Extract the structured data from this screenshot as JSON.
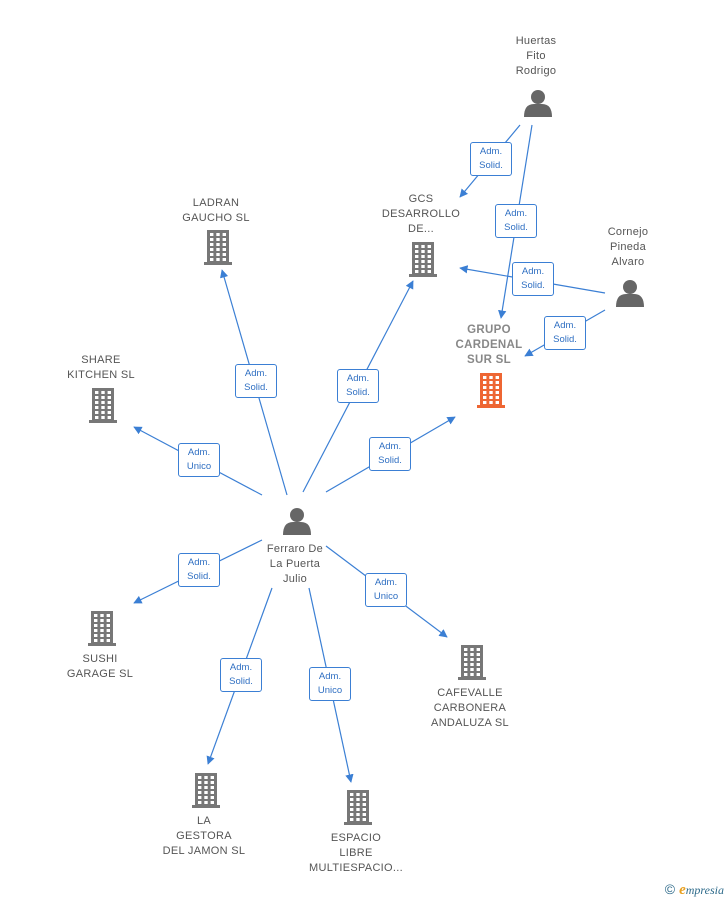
{
  "colors": {
    "edge": "#3b7fd4",
    "company_icon": "#777777",
    "main_company_icon": "#ee6633",
    "person_icon": "#666666"
  },
  "nodes": [
    {
      "id": "huertas",
      "type": "person",
      "label": "Huertas\nFito\nRodrigo"
    },
    {
      "id": "cornejo",
      "type": "person",
      "label": "Cornejo\nPineda\nAlvaro"
    },
    {
      "id": "ferraro",
      "type": "person",
      "label": "Ferraro De\nLa Puerta\nJulio"
    },
    {
      "id": "grupo",
      "type": "main_company",
      "label": "GRUPO\nCARDENAL\nSUR SL"
    },
    {
      "id": "gcs",
      "type": "company",
      "label": "GCS\nDESARROLLO\nDE..."
    },
    {
      "id": "ladran",
      "type": "company",
      "label": "LADRAN\nGAUCHO SL"
    },
    {
      "id": "share",
      "type": "company",
      "label": "SHARE\nKITCHEN SL"
    },
    {
      "id": "sushi",
      "type": "company",
      "label": "SUSHI\nGARAGE SL"
    },
    {
      "id": "gestora",
      "type": "company",
      "label": "LA\nGESTORA\nDEL JAMON SL"
    },
    {
      "id": "espacio",
      "type": "company",
      "label": "ESPACIO\nLIBRE\nMULTIESPACIO..."
    },
    {
      "id": "cafevalle",
      "type": "company",
      "label": "CAFEVALLE\nCARBONERA\nANDALUZA SL"
    }
  ],
  "edges": [
    {
      "from": "huertas",
      "to": "gcs",
      "label": "Adm.\nSolid."
    },
    {
      "from": "huertas",
      "to": "grupo",
      "label": "Adm.\nSolid."
    },
    {
      "from": "cornejo",
      "to": "gcs",
      "label": "Adm.\nSolid."
    },
    {
      "from": "cornejo",
      "to": "grupo",
      "label": "Adm.\nSolid."
    },
    {
      "from": "ferraro",
      "to": "ladran",
      "label": "Adm.\nSolid."
    },
    {
      "from": "ferraro",
      "to": "gcs",
      "label": "Adm.\nSolid."
    },
    {
      "from": "ferraro",
      "to": "grupo",
      "label": "Adm.\nSolid."
    },
    {
      "from": "ferraro",
      "to": "share",
      "label": "Adm.\nUnico"
    },
    {
      "from": "ferraro",
      "to": "sushi",
      "label": "Adm.\nSolid."
    },
    {
      "from": "ferraro",
      "to": "gestora",
      "label": "Adm.\nSolid."
    },
    {
      "from": "ferraro",
      "to": "espacio",
      "label": "Adm.\nUnico"
    },
    {
      "from": "ferraro",
      "to": "cafevalle",
      "label": "Adm.\nUnico"
    }
  ],
  "footer": {
    "copyright": "©",
    "brand_initial": "e",
    "brand_rest": "mpresia"
  }
}
